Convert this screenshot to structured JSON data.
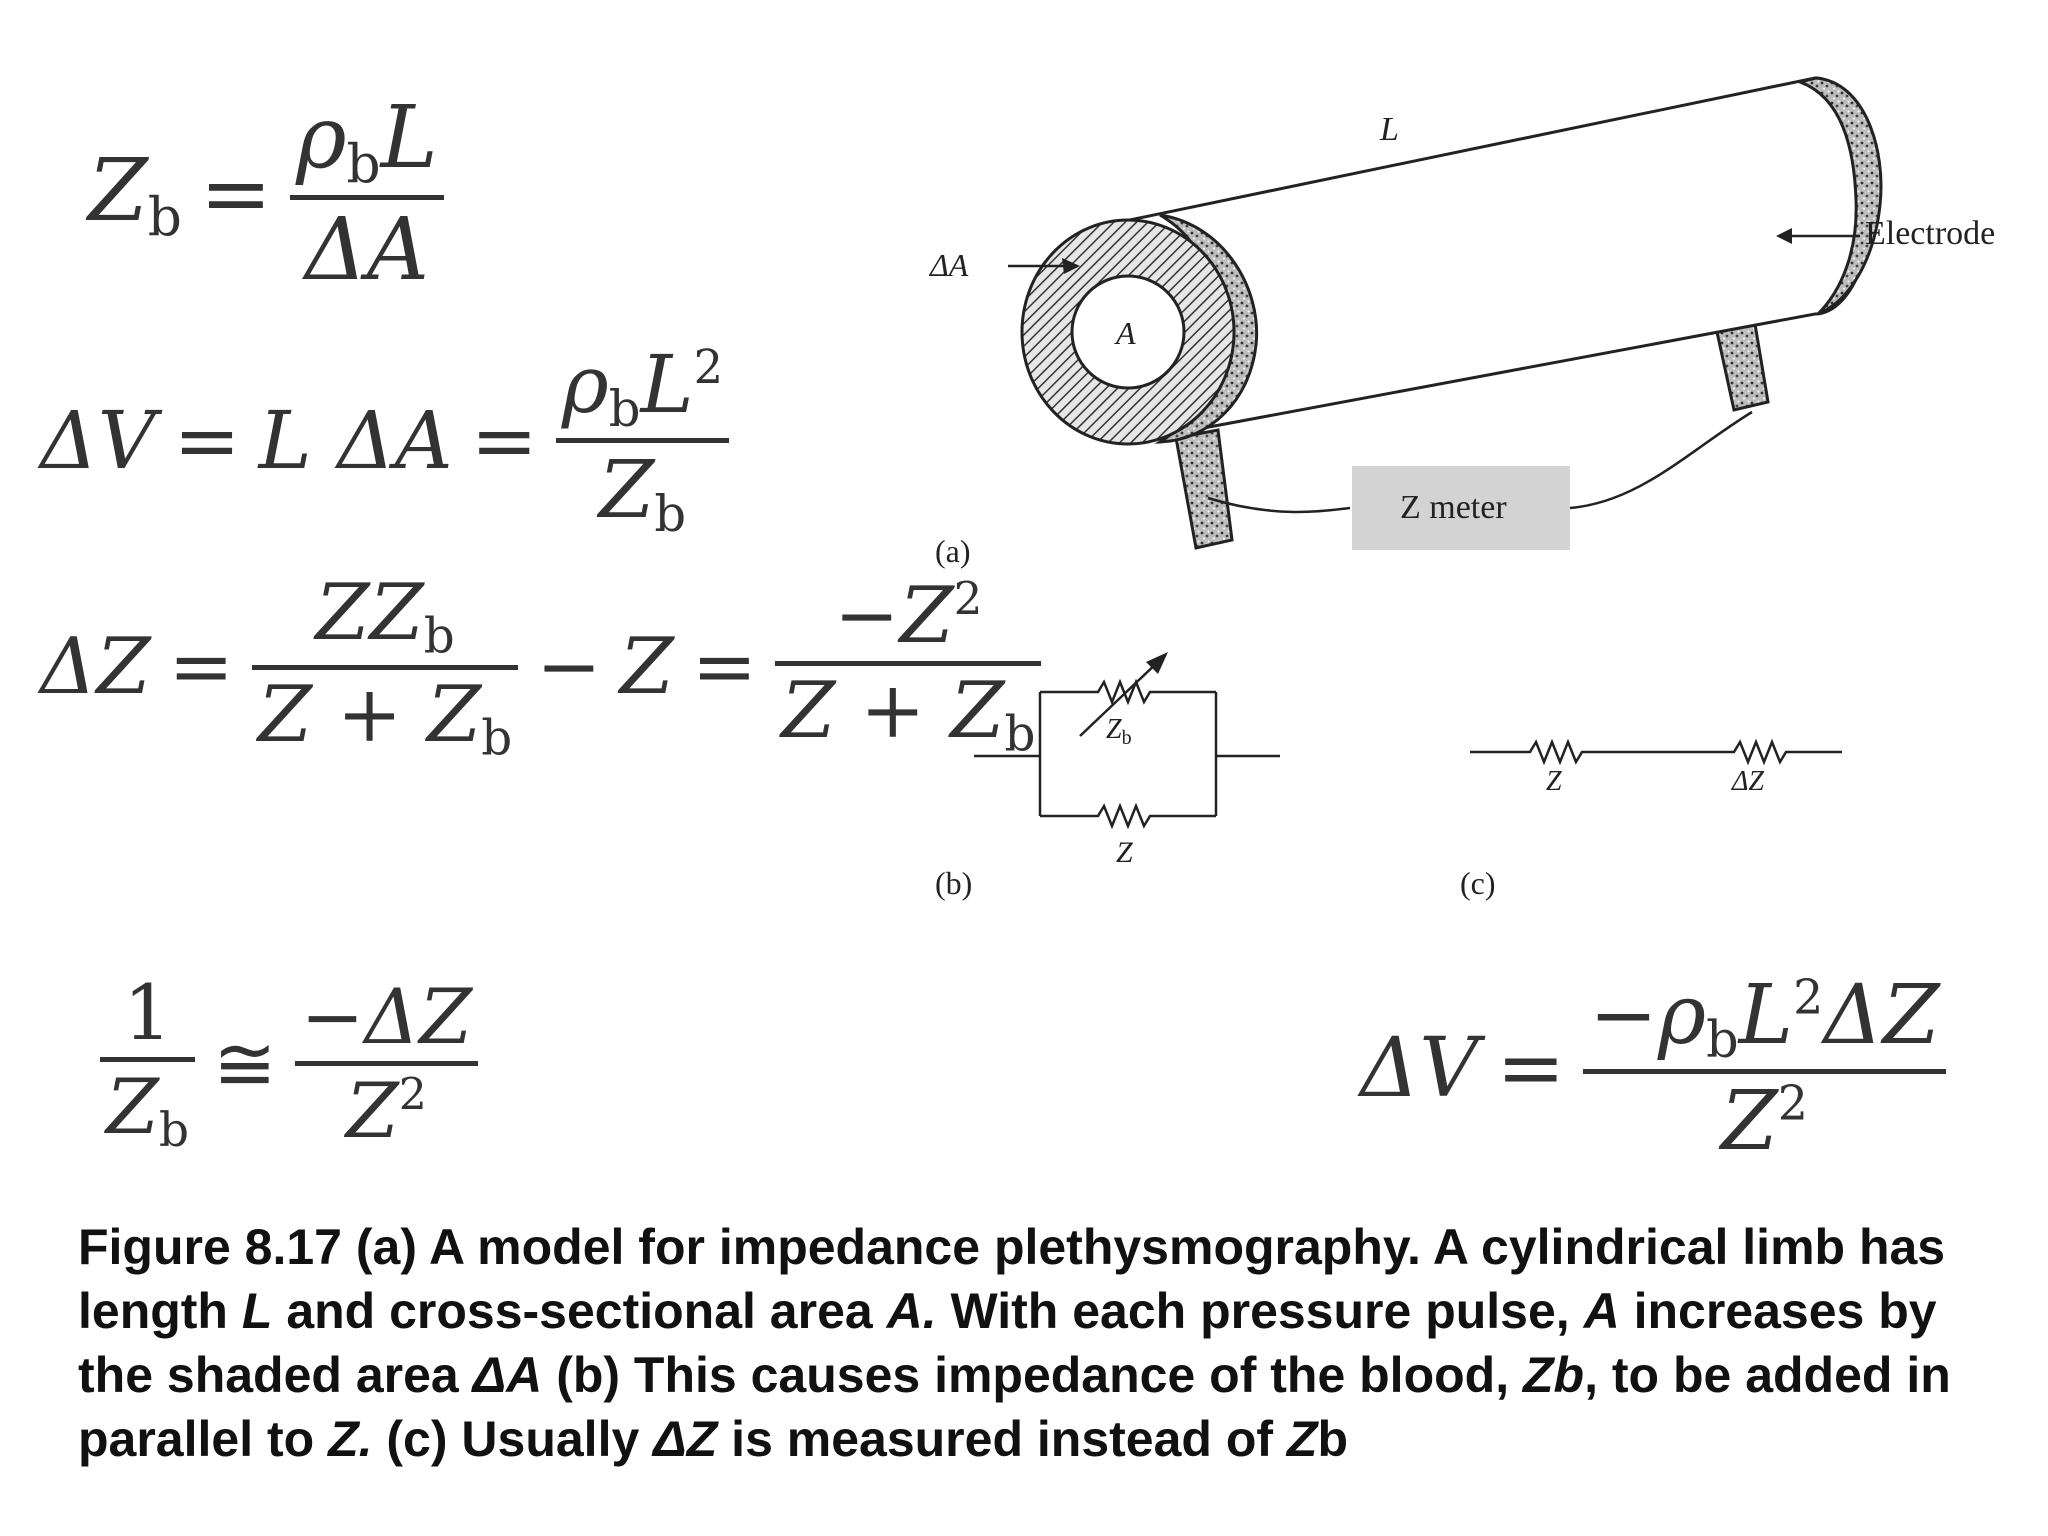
{
  "equations": {
    "eq1": {
      "lhs_Z": "Z",
      "lhs_sub": "b",
      "eq": "=",
      "num_rho": "ρ",
      "num_rho_sub": "b",
      "num_L": "L",
      "den": "ΔA"
    },
    "eq2": {
      "lhs": "ΔV",
      "eq1": "=",
      "mid": "L ΔA",
      "eq2": "=",
      "num_rho": "ρ",
      "num_rho_sub": "b",
      "num_L": "L",
      "num_sup": "2",
      "den_Z": "Z",
      "den_sub": "b"
    },
    "eq3": {
      "lhs": "ΔZ",
      "eq1": "=",
      "num1_Z": "ZZ",
      "num1_sub": "b",
      "den1_Z": "Z + Z",
      "den1_sub": "b",
      "minus": "−",
      "mid": "Z",
      "eq2": "=",
      "num2": "−Z",
      "num2_sup": "2",
      "den2_Z": "Z + Z",
      "den2_sub": "b"
    },
    "eq4": {
      "num": "1",
      "den_Z": "Z",
      "den_sub": "b",
      "approx": "≅",
      "num2": "−ΔZ",
      "den2": "Z",
      "den2_sup": "2"
    },
    "eq5": {
      "lhs": "ΔV",
      "eq": "=",
      "num_minus": "−",
      "num_rho": "ρ",
      "num_rho_sub": "b",
      "num_L": "L",
      "num_sup": "2",
      "num_dz": "ΔZ",
      "den": "Z",
      "den_sup": "2"
    }
  },
  "diagram": {
    "label_L": "L",
    "label_dA": "ΔA",
    "label_A": "A",
    "label_electrode": "Electrode",
    "label_zmeter": "Z meter",
    "label_a": "(a)",
    "label_b": "(b)",
    "label_c": "(c)",
    "label_zb": "Z",
    "label_zb_sub": "b",
    "label_z_b": "Z",
    "label_z_c": "Z",
    "label_dz_c": "ΔZ",
    "meter_fill": "#d3d3d3"
  },
  "caption": {
    "p1": "Figure 8.17    (a) A model for impedance plethysmography. A cylindrical limb has length ",
    "L": "L",
    "p2": " and cross-sectional area ",
    "A": "A.",
    "p3": " With each pressure pulse, ",
    "A2": "A",
    "p4": " increases by the shaded area ",
    "dA": "ΔA",
    "p5": " (b) This causes impedance of the blood, ",
    "Zb": "Zb",
    "p6": ", to be added in parallel to ",
    "Z": "Z.",
    "p7": " (c) Usually ",
    "dZ": "ΔZ",
    "p8": " is measured instead of ",
    "Z2": "Z",
    "p9": "b"
  }
}
